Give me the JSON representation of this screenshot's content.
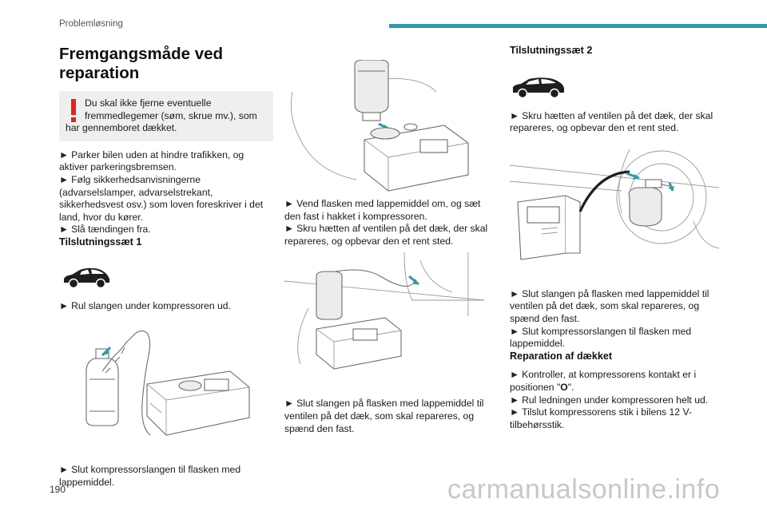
{
  "header": {
    "section": "Problemløsning",
    "accent_color": "#2b9ca5"
  },
  "page_number": "190",
  "watermark": "carmanualsonline.info",
  "col1": {
    "title": "Fremgangsmåde ved reparation",
    "warning": {
      "icon": "exclamation-icon",
      "icon_color": "#e2231a",
      "line1": "Du skal ikke fjerne eventuelle",
      "line2": "fremmedlegemer (søm, skrue mv.), som",
      "line3": "har gennemboret dækket."
    },
    "steps": [
      "Parker bilen uden at hindre trafikken, og aktiver parkeringsbremsen.",
      "Følg sikkerhedsanvisningerne (advarselslamper, advarselstrekant, sikkerhedsvest osv.) som loven foreskriver i det land, hvor du kører.",
      "Slå tændingen fra."
    ],
    "kit1_heading": "Tilslutningssæt 1",
    "kit1_car_icon": "hatchback-car-icon",
    "kit1_step1": "Rul slangen under kompressoren ud.",
    "kit1_step2": "Slut kompressorslangen til flasken med lappemiddel."
  },
  "col2": {
    "steps_a": [
      "Vend flasken med lappemiddel om, og sæt den fast i hakket i kompressoren.",
      "Skru hætten af ventilen på det dæk, der skal repareres, og opbevar den et rent sted."
    ],
    "step_b": "Slut slangen på flasken med lappemiddel til ventilen på det dæk, som skal repareres, og spænd den fast."
  },
  "col3": {
    "kit2_heading": "Tilslutningssæt 2",
    "kit2_car_icon": "suv-car-icon",
    "kit2_step1": "Skru hætten af ventilen på det dæk, der skal repareres, og opbevar den et rent sted.",
    "kit2_steps": [
      "Slut slangen på flasken med lappemiddel til ventilen på det dæk, som skal repareres, og spænd den fast.",
      "Slut kompressorslangen til flasken med lappemiddel."
    ],
    "repair_heading": "Reparation af dækket",
    "repair_step1_pre": "Kontroller, at kompressorens kontakt er i positionen \"",
    "repair_step1_bold": "O",
    "repair_step1_post": "\".",
    "repair_steps": [
      "Rul ledningen under kompressoren helt ud.",
      "Tilslut kompressorens stik i bilens 12 V-tilbehørsstik."
    ]
  },
  "bullet_glyph": "►"
}
